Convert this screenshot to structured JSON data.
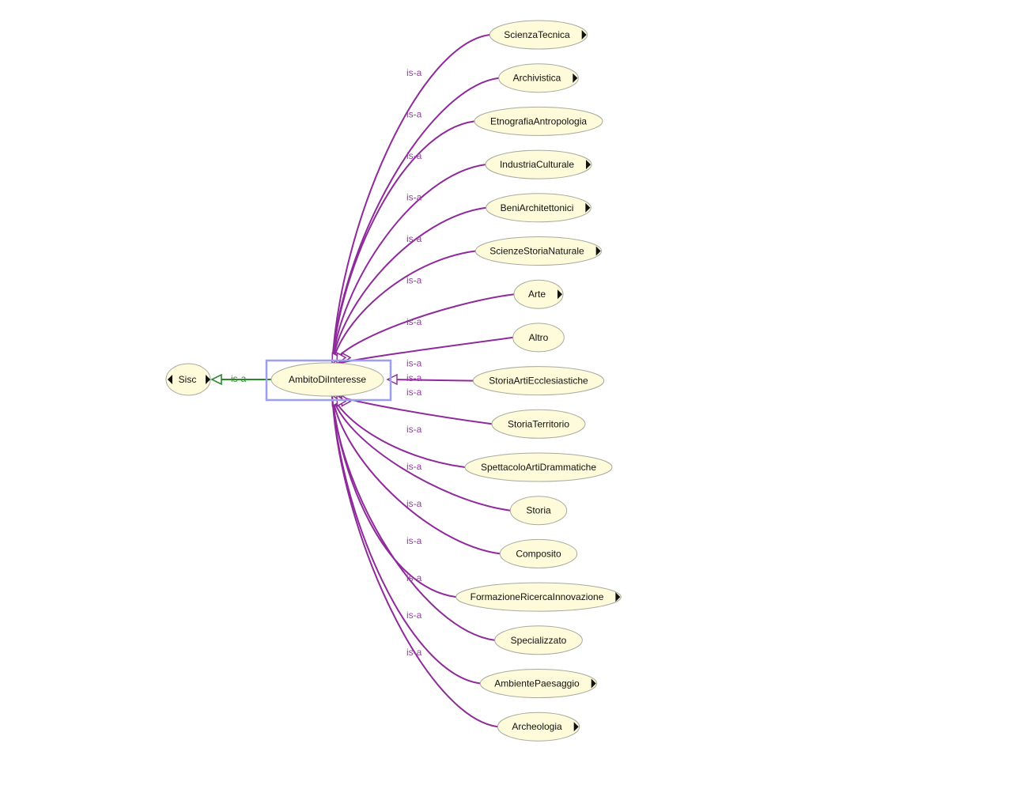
{
  "graph": {
    "focus": {
      "label": "AmbitoDiInteresse",
      "highlighted": true
    },
    "parent": {
      "label": "Sisc",
      "expand_left": true,
      "expand_right": true
    },
    "parent_edge": {
      "label": "is-a"
    },
    "children": [
      {
        "label": "ScienzaTecnica",
        "expandable": true,
        "edge_label": "is-a"
      },
      {
        "label": "Archivistica",
        "expandable": true,
        "edge_label": "is-a"
      },
      {
        "label": "EtnografiaAntropologia",
        "expandable": false,
        "edge_label": "is-a"
      },
      {
        "label": "IndustriaCulturale",
        "expandable": true,
        "edge_label": "is-a"
      },
      {
        "label": "BeniArchitettonici",
        "expandable": true,
        "edge_label": "is-a"
      },
      {
        "label": "ScienzeStoriaNaturale",
        "expandable": true,
        "edge_label": "is-a"
      },
      {
        "label": "Arte",
        "expandable": true,
        "edge_label": "is-a"
      },
      {
        "label": "Altro",
        "expandable": false,
        "edge_label": "is-a"
      },
      {
        "label": "StoriaArtiEcclesiastiche",
        "expandable": false,
        "edge_label": "is-a"
      },
      {
        "label": "StoriaTerritorio",
        "expandable": false,
        "edge_label": "is-a"
      },
      {
        "label": "SpettacoloArtiDrammatiche",
        "expandable": false,
        "edge_label": "is-a"
      },
      {
        "label": "Storia",
        "expandable": false,
        "edge_label": "is-a"
      },
      {
        "label": "Composito",
        "expandable": false,
        "edge_label": "is-a"
      },
      {
        "label": "FormazioneRicercaInnovazione",
        "expandable": true,
        "edge_label": "is-a"
      },
      {
        "label": "Specializzato",
        "expandable": false,
        "edge_label": "is-a"
      },
      {
        "label": "AmbientePaesaggio",
        "expandable": true,
        "edge_label": "is-a"
      },
      {
        "label": "Archeologia",
        "expandable": true,
        "edge_label": "is-a"
      }
    ],
    "colors": {
      "node_fill": "#fdfbd9",
      "node_border": "#a9a9a0",
      "child_edge": "#8e2a9a",
      "parent_edge": "#2a8a2a",
      "focus_box": "#9e9ef0"
    }
  }
}
